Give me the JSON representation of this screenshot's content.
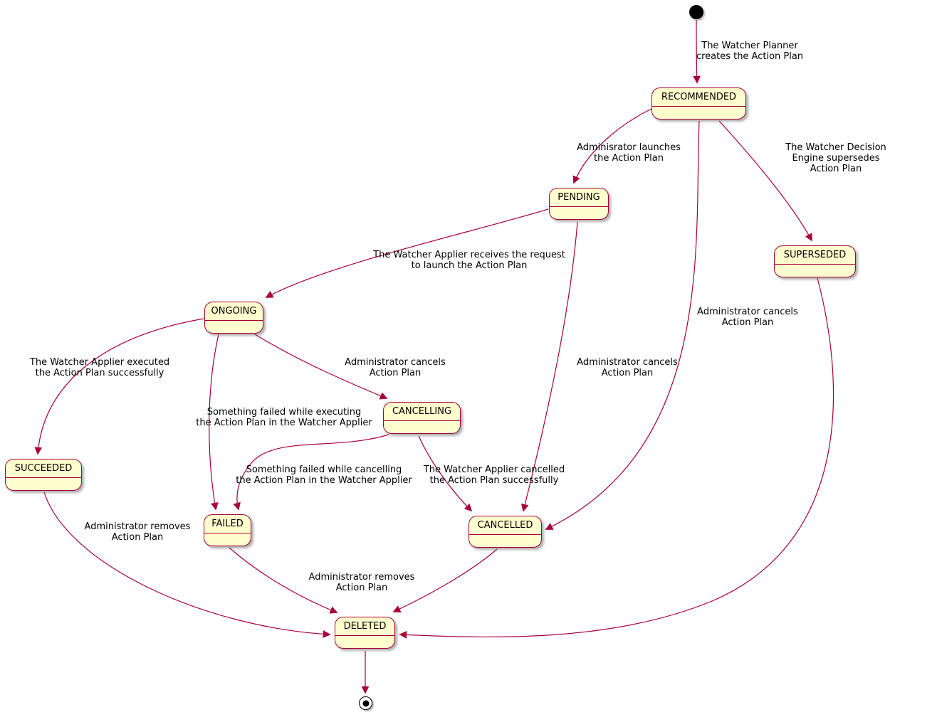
{
  "diagram": {
    "states": {
      "recommended": "RECOMMENDED",
      "pending": "PENDING",
      "superseded": "SUPERSEDED",
      "ongoing": "ONGOING",
      "cancelling": "CANCELLING",
      "succeeded": "SUCCEEDED",
      "failed": "FAILED",
      "cancelled": "CANCELLED",
      "deleted": "DELETED"
    },
    "labels": {
      "planner_creates": "The Watcher Planner\ncreates the Action Plan",
      "admin_launches": "Adminisrator launches\nthe Action Plan",
      "engine_supersedes": "The Watcher Decision Engine supersedes\nAction Plan",
      "admin_cancels_recommended": "Administrator cancels\nAction Plan",
      "applier_receives": "The Watcher Applier receives the request\nto launch the Action Plan",
      "admin_cancels_pending": "Administrator cancels\nAction Plan",
      "applier_executed": "The Watcher Applier executed\nthe Action Plan successfully",
      "admin_cancels_ongoing": "Administrator cancels\nAction Plan",
      "failed_executing": "Something failed while executing\nthe Action Plan in the Watcher Applier",
      "failed_cancelling": "Something failed while cancelling\nthe Action Plan in the Watcher Applier",
      "applier_cancelled": "The Watcher Applier cancelled\nthe Action Plan successfully",
      "admin_removes_succeeded": "Administrator removes\nAction Plan",
      "admin_removes_failed": "Administrator removes\nAction Plan"
    },
    "colors": {
      "state_fill": "#FEFECE",
      "state_border": "#A80036",
      "arrow": "#A80036",
      "text": "#000000"
    }
  }
}
